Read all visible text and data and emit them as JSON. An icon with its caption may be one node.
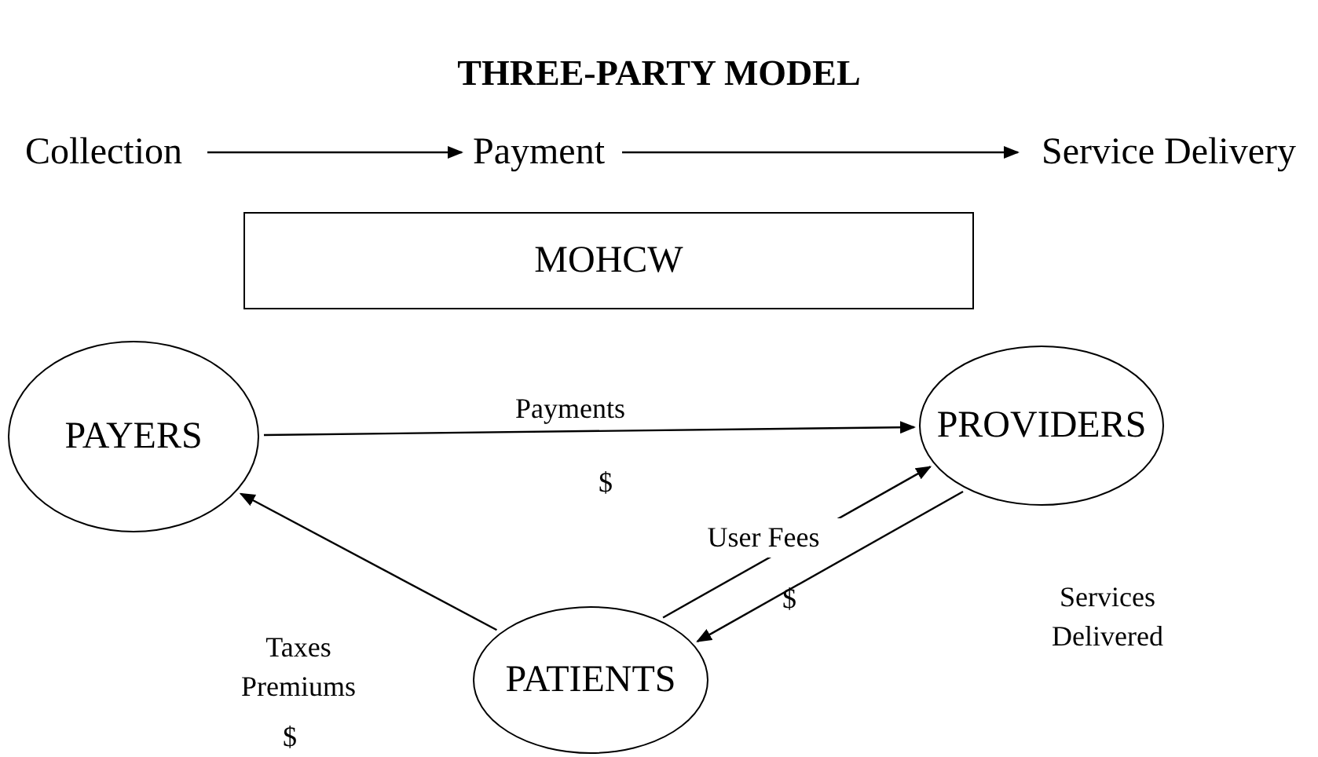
{
  "diagram": {
    "title": "THREE-PARTY MODEL",
    "nodes": [
      {
        "text": [
          "Collection"
        ]
      },
      {
        "text": [
          "Payment"
        ]
      },
      {
        "text": [
          "Service Delivery"
        ]
      },
      {
        "text": [
          "MOHCW"
        ]
      },
      {
        "text": [
          "PAYERS"
        ]
      },
      {
        "text": [
          "PROVIDERS"
        ]
      },
      {
        "text": [
          "PATIENTS"
        ]
      }
    ],
    "edges": [
      {
        "from": 0,
        "to": 1,
        "arrow": "to"
      },
      {
        "from": 1,
        "to": 2,
        "arrow": "to"
      },
      {
        "from": 4,
        "to": 5,
        "arrow": "to",
        "label": "Payments"
      },
      {
        "from": 6,
        "to": 4,
        "arrow": "to",
        "label": "Taxes Premiums"
      },
      {
        "from": 6,
        "to": 5,
        "arrow": "to",
        "label": "User Fees"
      },
      {
        "from": 5,
        "to": 6,
        "arrow": "to",
        "label": "Services Delivered"
      }
    ],
    "labels": [
      "$",
      "$",
      "$"
    ]
  }
}
